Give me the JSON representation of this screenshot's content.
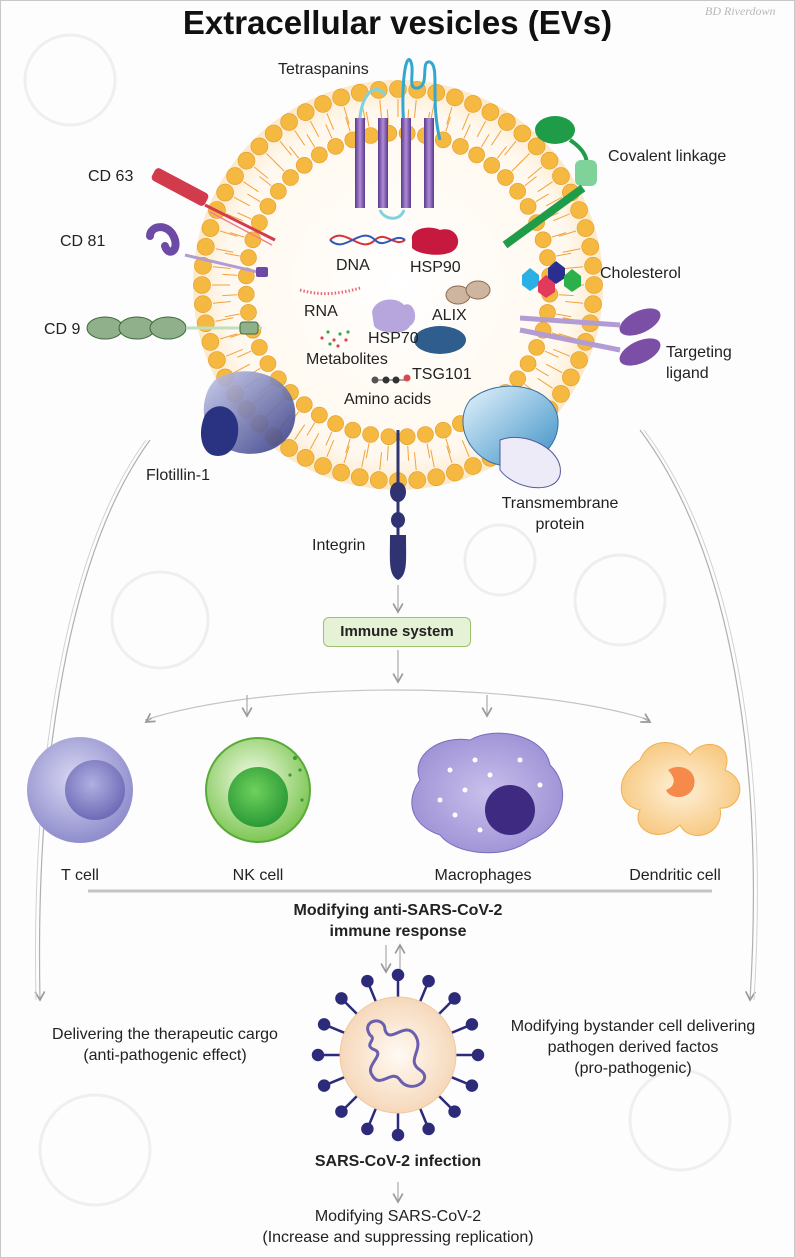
{
  "title": "Extracellular vesicles (EVs)",
  "watermark": "BD Riverdown",
  "membrane_labels": {
    "tetraspanins": "Tetraspanins",
    "covalent_linkage": "Covalent linkage",
    "cd63": "CD 63",
    "cd81": "CD 81",
    "cd9": "CD 9",
    "cholesterol": "Cholesterol",
    "targeting_ligand": [
      "Targeting",
      "ligand"
    ],
    "flotillin": "Flotillin-1",
    "transmembrane": [
      "Transmembrane",
      "protein"
    ],
    "integrin": "Integrin"
  },
  "cargo_labels": {
    "dna": "DNA",
    "hsp90": "HSP90",
    "rna": "RNA",
    "alix": "ALIX",
    "hsp70": "HSP70",
    "metabolites": "Metabolites",
    "tsg101": "TSG101",
    "amino_acids": "Amino acids"
  },
  "immune_system": "Immune system",
  "cells": {
    "t_cell": "T cell",
    "nk_cell": "NK cell",
    "macrophages": "Macrophages",
    "dendritic": "Dendritic cell"
  },
  "modifying_response": [
    "Modifying anti-SARS-CoV-2",
    "immune response"
  ],
  "delivering": [
    "Delivering the therapeutic cargo",
    "(anti-pathogenic effect)"
  ],
  "bystander": [
    "Modifying bystander cell delivering",
    "pathogen derived factos",
    "(pro-pathogenic)"
  ],
  "infection": "SARS-CoV-2 infection",
  "modifying_sars": [
    "Modifying SARS-CoV-2",
    "(Increase and suppressing replication)"
  ],
  "colors": {
    "lipid_head": "#f5b942",
    "tail": "#f2a23a",
    "protein_purple": "#7b4fa6",
    "covalent_green": "#2ea84a",
    "immune_box_fill": "#e6f2d6",
    "immune_box_border": "#9cc26b",
    "t_cell": "#a7a6d8",
    "nk_cell": "#6cc24a",
    "macrophage": "#a89ad8",
    "dendritic": "#f7c97a",
    "virus_core": "#f6dcc2",
    "virus_spike": "#2d2a7a"
  }
}
